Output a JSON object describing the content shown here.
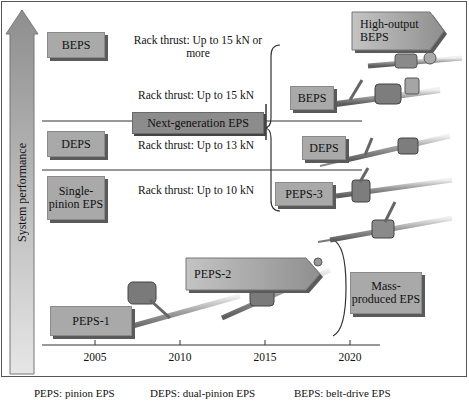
{
  "diagram": {
    "nodes": [
      {
        "text": [
          "System performance"
        ]
      },
      {
        "text": [
          "BEPS"
        ]
      },
      {
        "text": [
          "High-output BEPS"
        ]
      },
      {
        "text": [
          "BEPS"
        ]
      },
      {
        "text": [
          "Next-generation EPS"
        ]
      },
      {
        "text": [
          "DEPS"
        ]
      },
      {
        "text": [
          "DEPS"
        ]
      },
      {
        "text": [
          "Single-pinion EPS"
        ]
      },
      {
        "text": [
          "PEPS-3"
        ]
      },
      {
        "text": [
          "PEPS-2"
        ]
      },
      {
        "text": [
          "Mass-produced EPS"
        ]
      },
      {
        "text": [
          "PEPS-1"
        ]
      }
    ],
    "labels": [
      "Rack thrust: Up to 15 kN or more",
      "Rack thrust: Up to 15 kN",
      "Rack thrust: Up to 13 kN",
      "Rack thrust: Up to 10 kN",
      "2005",
      "2010",
      "2015",
      "2020",
      "PEPS: pinion EPS",
      "DEPS: dual-pinion EPS",
      "BEPS: belt-drive EPS"
    ]
  }
}
